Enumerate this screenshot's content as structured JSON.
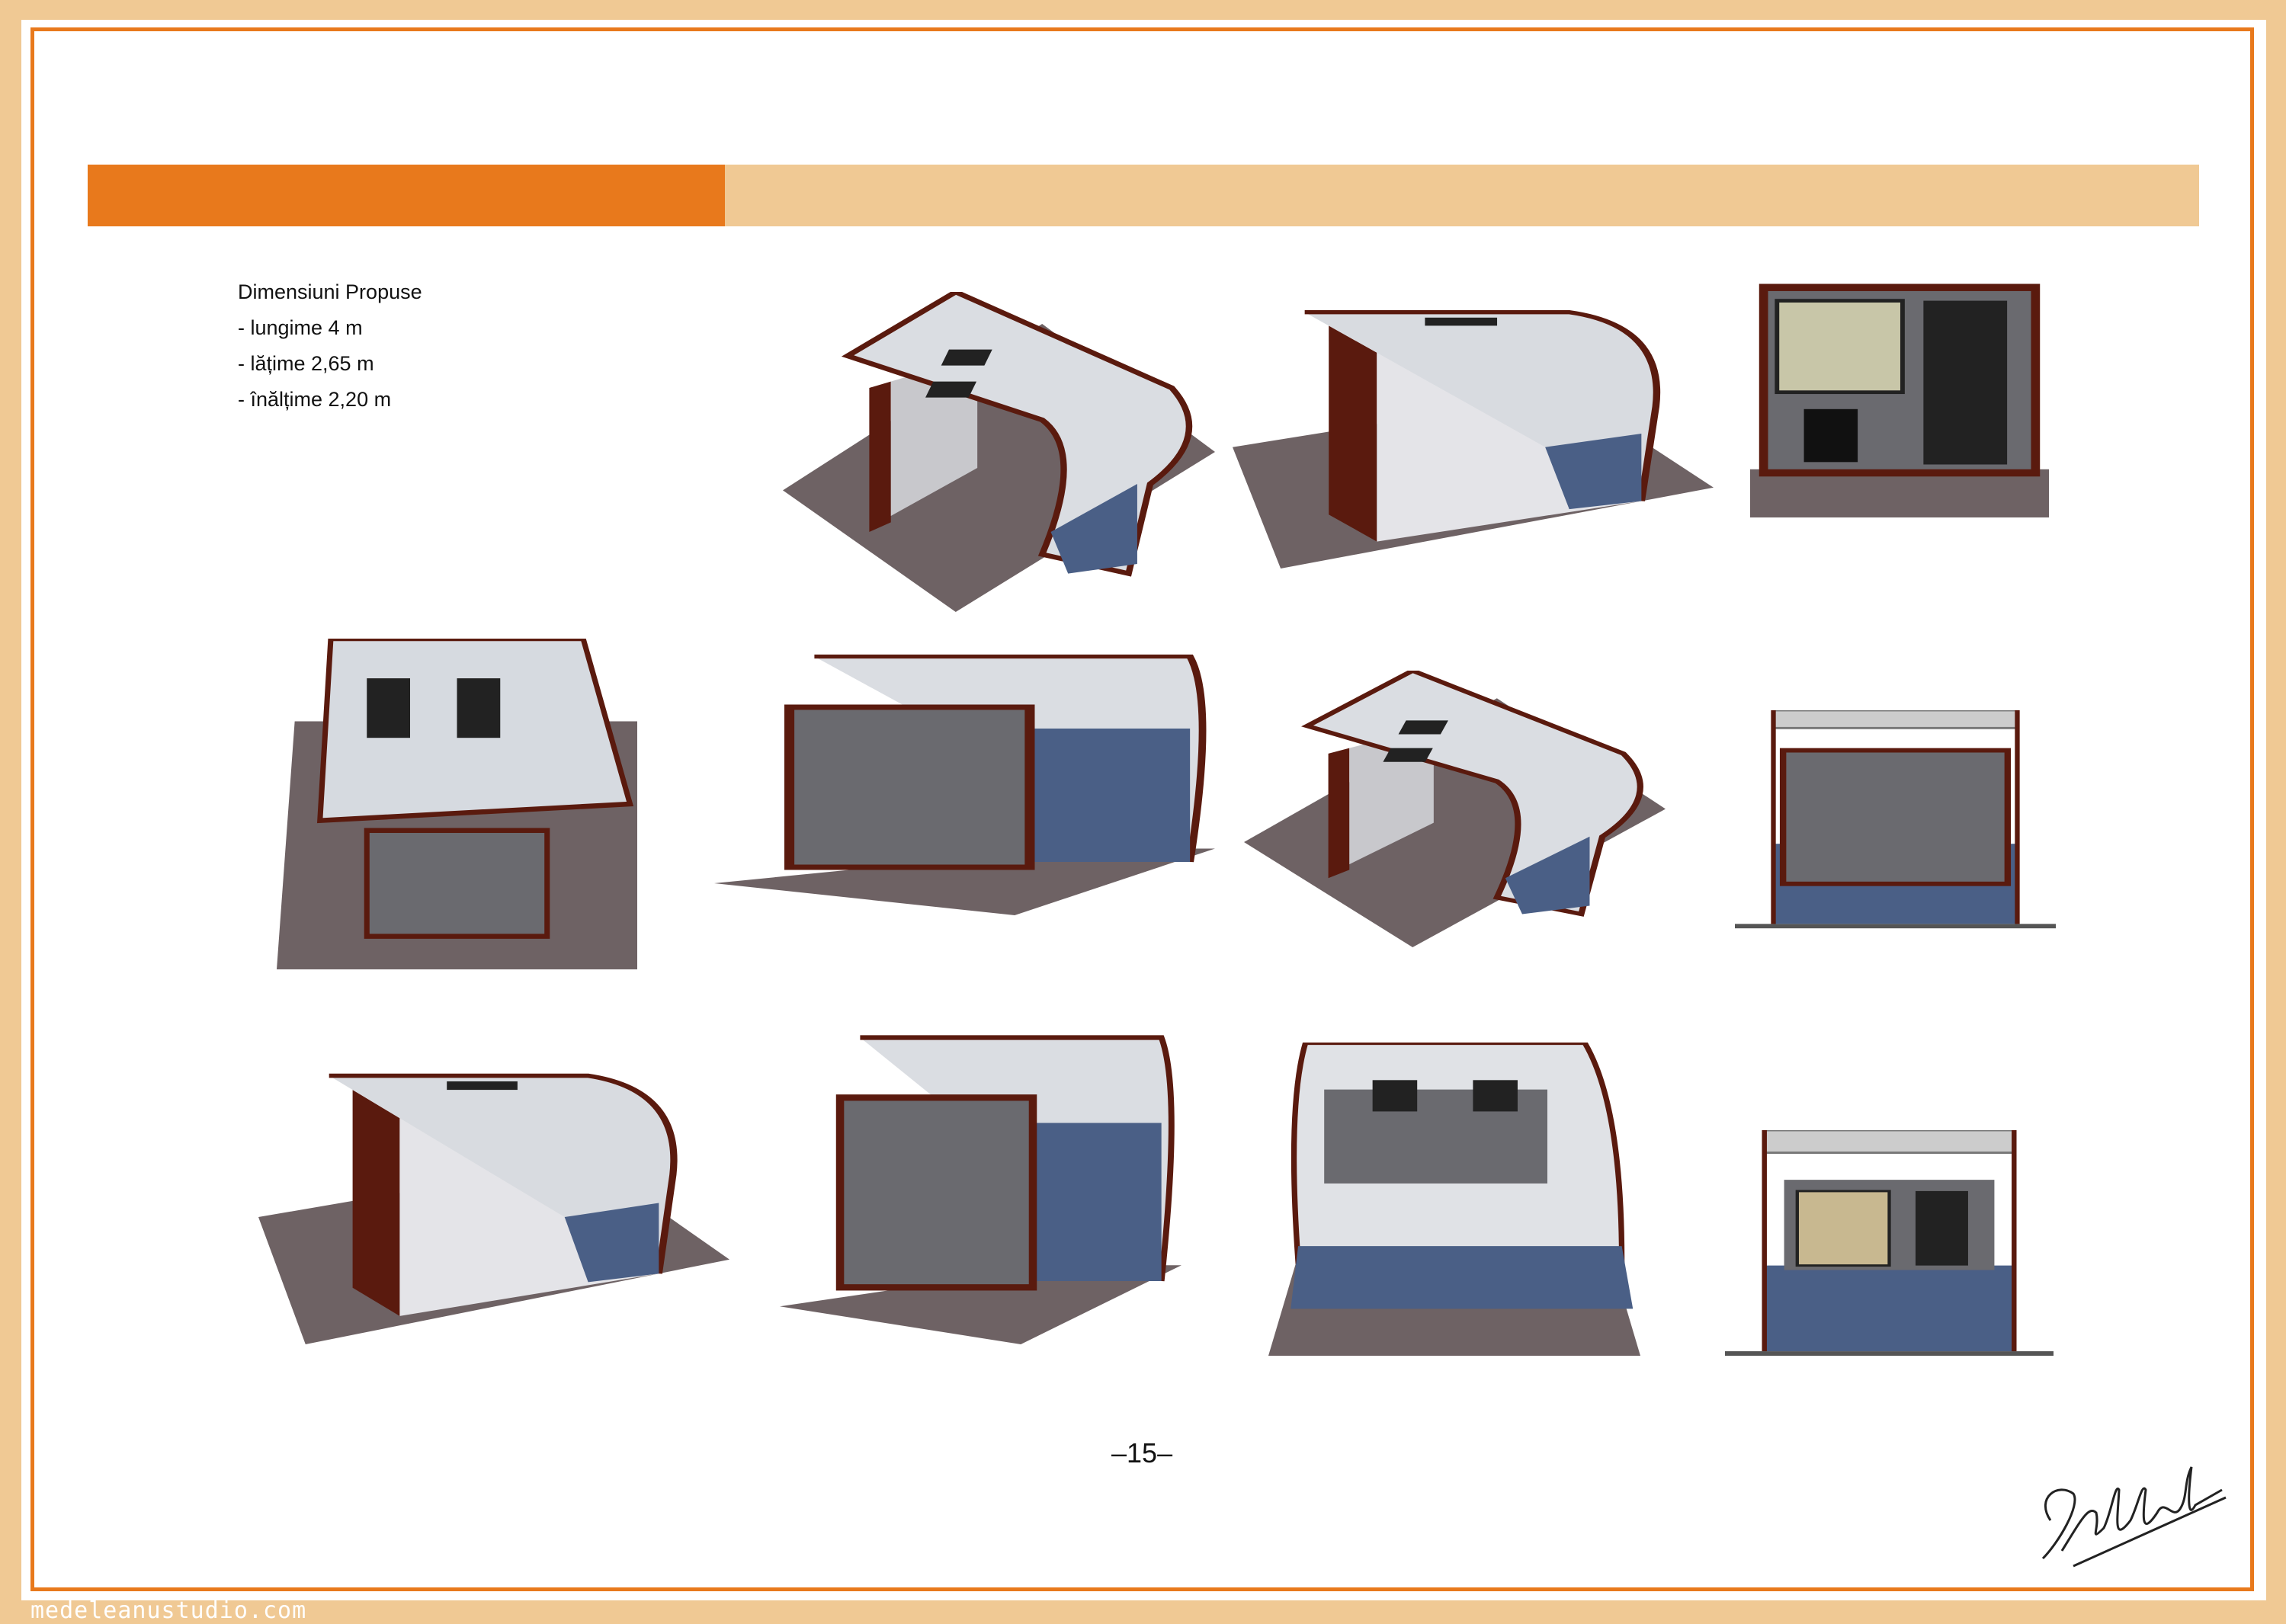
{
  "dimensions": {
    "title": "Dimensiuni Propuse",
    "items": [
      "- lungime 4 m",
      "- lățime 2,65 m",
      "- înălțime 2,20 m"
    ]
  },
  "page_number": "–15–",
  "website": "medeleanustudio.com",
  "colors": {
    "accent": "#e8791c",
    "accent_light": "#f0c994",
    "frame_wood": "#5a1a0e",
    "floor": "#6e6264",
    "seat": "#4a5f86"
  }
}
